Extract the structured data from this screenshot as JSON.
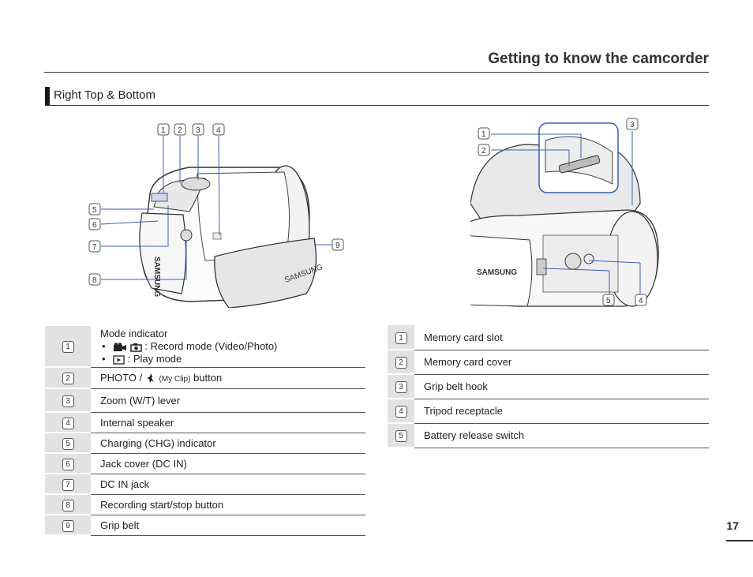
{
  "header": {
    "title": "Getting to know the camcorder"
  },
  "section": {
    "title": "Right Top & Bottom"
  },
  "left_figure": {
    "callouts": [
      "1",
      "2",
      "3",
      "4",
      "5",
      "6",
      "7",
      "8",
      "9"
    ],
    "brand_text": "SAMSUNG"
  },
  "right_figure": {
    "callouts": [
      "1",
      "2",
      "3",
      "4",
      "5"
    ],
    "brand_text": "SAMSUNG"
  },
  "left_table": {
    "rows": [
      {
        "num": "1",
        "label": "Mode indicator",
        "bullets": [
          {
            "icon": "video-photo-icons",
            "text": " : Record mode (Video/Photo)"
          },
          {
            "icon": "play-icon",
            "text": " : Play mode"
          }
        ]
      },
      {
        "num": "2",
        "label_pre": "PHOTO / ",
        "label_small": "(My Clip)",
        "label_post": " button",
        "icon": "my-clip-icon"
      },
      {
        "num": "3",
        "label": "Zoom (W/T) lever"
      },
      {
        "num": "4",
        "label": "Internal speaker"
      },
      {
        "num": "5",
        "label": "Charging (CHG) indicator"
      },
      {
        "num": "6",
        "label": "Jack cover (DC IN)"
      },
      {
        "num": "7",
        "label": "DC IN jack"
      },
      {
        "num": "8",
        "label": "Recording start/stop button"
      },
      {
        "num": "9",
        "label": "Grip belt"
      }
    ]
  },
  "right_table": {
    "rows": [
      {
        "num": "1",
        "label": "Memory card slot"
      },
      {
        "num": "2",
        "label": "Memory card cover"
      },
      {
        "num": "3",
        "label": "Grip belt hook"
      },
      {
        "num": "4",
        "label": "Tripod receptacle"
      },
      {
        "num": "5",
        "label": "Battery release switch"
      }
    ]
  },
  "footer": {
    "page_number": "17"
  }
}
